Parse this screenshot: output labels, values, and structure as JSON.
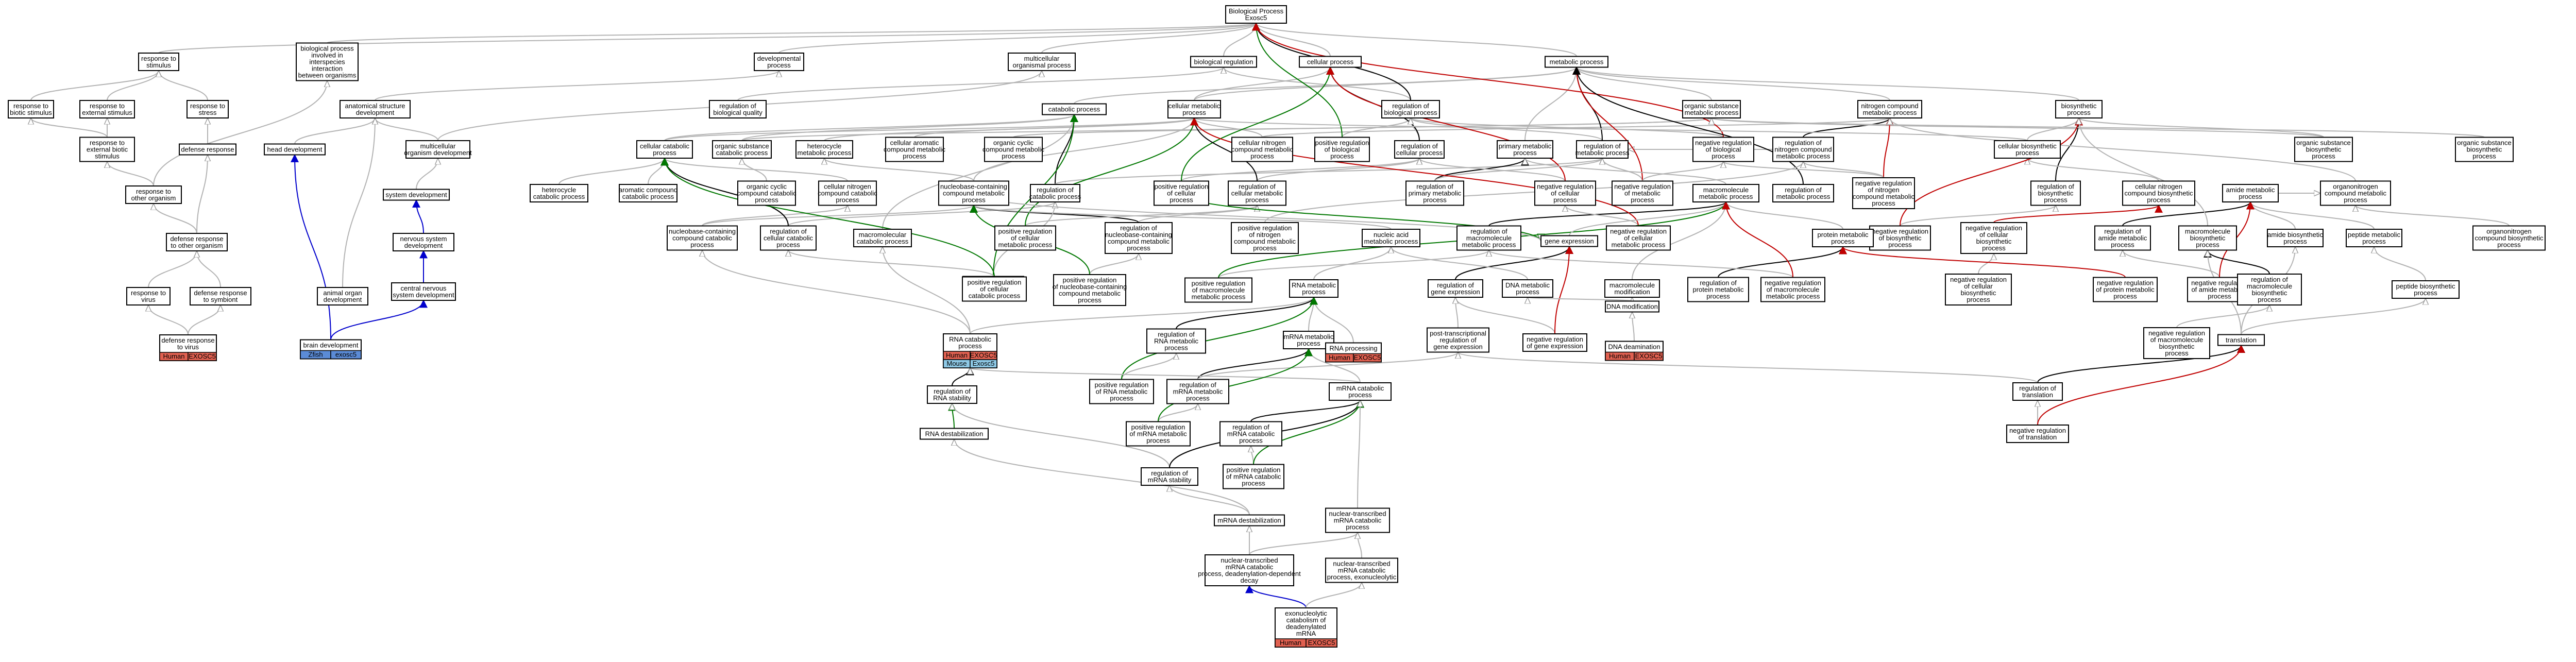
{
  "colors": {
    "is_a": "#b3b3b3",
    "regulates": "#000000",
    "negatively_regulates": "#c00000",
    "positively_regulates": "#007700",
    "part_of": "#0000cc",
    "node_border": "#000000",
    "node_fill": "#ffffff",
    "human_badge": "#e06050",
    "mouse_badge": "#5b8bd6",
    "exosc5_human_badge": "#e06050",
    "exosc5_mouse_badge": "#8ec9e6"
  },
  "nodes": {
    "bp": [
      "Biological Process",
      "Exosc5"
    ],
    "rts": [
      "response to",
      "stimulus"
    ],
    "bpii": [
      "biological process",
      "involved in",
      "interspecies",
      "interaction",
      "between organisms"
    ],
    "dev": [
      "developmental",
      "process"
    ],
    "mop": [
      "multicellular",
      "organismal process"
    ],
    "breg": [
      "biological regulation"
    ],
    "cp": [
      "cellular process"
    ],
    "mp": [
      "metabolic process"
    ],
    "rbs": [
      "response to",
      "biotic stimulus"
    ],
    "res": [
      "response to",
      "external stimulus"
    ],
    "rstress": [
      "response to",
      "stress"
    ],
    "asd": [
      "anatomical structure",
      "development"
    ],
    "rbq": [
      "regulation of",
      "biological quality"
    ],
    "catp": [
      "catabolic process"
    ],
    "cmp": [
      "cellular metabolic",
      "process"
    ],
    "robp": [
      "regulation of",
      "biological process"
    ],
    "osmp": [
      "organic substance",
      "metabolic process"
    ],
    "ncmp": [
      "nitrogen compound",
      "metabolic process"
    ],
    "biosyn": [
      "biosynthetic",
      "process"
    ],
    "reso": [
      "response to",
      "external biotic",
      "stimulus"
    ],
    "defr": [
      "defense response"
    ],
    "hdev": [
      "head development"
    ],
    "mod": [
      "multicellular",
      "organism development"
    ],
    "ccp": [
      "cellular catabolic",
      "process"
    ],
    "oscp": [
      "organic substance",
      "catabolic process"
    ],
    "hmp": [
      "heterocycle",
      "metabolic process"
    ],
    "camp": [
      "cellular aromatic",
      "compound metabolic",
      "process"
    ],
    "occmp": [
      "organic cyclic",
      "compound metabolic",
      "process"
    ],
    "cncmp": [
      "cellular nitrogen",
      "compound metabolic",
      "process"
    ],
    "porbp": [
      "positive regulation",
      "of biological",
      "process"
    ],
    "rocp": [
      "regulation of",
      "cellular process"
    ],
    "pmp": [
      "primary metabolic",
      "process"
    ],
    "rmp": [
      "regulation of",
      "metabolic process"
    ],
    "nrbp": [
      "negative regulation",
      "of biological",
      "process"
    ],
    "rncmp": [
      "regulation of",
      "nitrogen compound",
      "metabolic process"
    ],
    "ncbp": [
      "cellular biosynthetic",
      "process"
    ],
    "osbp": [
      "organic substance",
      "biosynthetic",
      "process"
    ],
    "rtoo": [
      "response to",
      "other organism"
    ],
    "sysdev": [
      "system development"
    ],
    "hcp": [
      "heterocycle",
      "catabolic process"
    ],
    "accp": [
      "aromatic compound",
      "catabolic process"
    ],
    "occcp": [
      "organic cyclic",
      "compound catabolic",
      "process"
    ],
    "cnccp": [
      "cellular nitrogen",
      "compound catabolic",
      "process"
    ],
    "ncnmp": [
      "nucleobase-containing",
      "compound metabolic",
      "process"
    ],
    "rcatp": [
      "regulation of",
      "catabolic process"
    ],
    "porcp": [
      "positive regulation",
      "of cellular",
      "process"
    ],
    "rcmp": [
      "regulation of",
      "cellular metabolic",
      "process"
    ],
    "rpmp": [
      "regulation of",
      "primary metabolic",
      "process"
    ],
    "nrcp": [
      "negative regulation",
      "of cellular",
      "process"
    ],
    "nrmp": [
      "negative regulation",
      "of metabolic",
      "process"
    ],
    "mmp": [
      "macromolecule",
      "metabolic process"
    ],
    "rmetp": [
      "regulation of",
      "metabolic process"
    ],
    "nrncmp": [
      "negative regulation",
      "of nitrogen",
      "compound metabolic",
      "process"
    ],
    "rbiosyn": [
      "regulation of",
      "biosynthetic",
      "process"
    ],
    "ccmp2": [
      "cellular nitrogen",
      "compound biosynthetic",
      "process"
    ],
    "amp": [
      "amide metabolic",
      "process"
    ],
    "onbp": [
      "organonitrogen",
      "compound metabolic",
      "process"
    ],
    "osbp2": [
      "organic substance",
      "biosynthetic",
      "process"
    ],
    "defro": [
      "defense response",
      "to other organism"
    ],
    "nsd": [
      "nervous system",
      "development"
    ],
    "ncncp": [
      "nucleobase-containing",
      "compound catabolic",
      "process"
    ],
    "rccp": [
      "regulation of",
      "cellular catabolic",
      "process"
    ],
    "mcp": [
      "macromolecular",
      "catabolic process"
    ],
    "rncnmp": [
      "regulation of",
      "nucleobase-containing",
      "compound metabolic",
      "process"
    ],
    "porcmp": [
      "positive regulation",
      "of cellular",
      "metabolic process"
    ],
    "porncmp": [
      "positive regulation",
      "of nitrogen",
      "compound metabolic",
      "process"
    ],
    "nametp": [
      "nucleic acid",
      "metabolic process"
    ],
    "rmmp": [
      "regulation of",
      "macromolecule",
      "metabolic process"
    ],
    "nrcmp": [
      "negative regulation",
      "of cellular",
      "metabolic process"
    ],
    "nrbp2": [
      "negative regulation",
      "of biosynthetic",
      "process"
    ],
    "nrcbp": [
      "negative regulation",
      "of cellular",
      "biosynthetic",
      "process"
    ],
    "ramp": [
      "regulation of",
      "amide metabolic",
      "process"
    ],
    "mbp": [
      "macromolecule",
      "biosynthetic",
      "process"
    ],
    "amidebp": [
      "amide biosynthetic",
      "process"
    ],
    "peptmp": [
      "peptide metabolic",
      "process"
    ],
    "onbp2": [
      "organonitrogen",
      "compound biosynthetic",
      "process"
    ],
    "rtv": [
      "response to",
      "virus"
    ],
    "drs": [
      "defense response",
      "to symbiont"
    ],
    "cnsd": [
      "central nervous",
      "system development"
    ],
    "aod": [
      "animal organ",
      "development"
    ],
    "porcatp": [
      "positive regulation",
      "of catabolic",
      "process"
    ],
    "porccp": [
      "positive regulation",
      "of cellular",
      "catabolic process"
    ],
    "porncnmp": [
      "positive regulation",
      "of nucleobase-containing",
      "compound metabolic",
      "process"
    ],
    "pormmp": [
      "positive regulation",
      "of macromolecule",
      "metabolic process"
    ],
    "rnamp": [
      "RNA metabolic",
      "process"
    ],
    "gexp": [
      "gene expression"
    ],
    "rge": [
      "regulation of",
      "gene expression"
    ],
    "dnamp": [
      "DNA metabolic",
      "process"
    ],
    "mmod": [
      "macromolecule",
      "modification"
    ],
    "protmp": [
      "protein metabolic",
      "process"
    ],
    "rprmp": [
      "regulation of",
      "protein metabolic",
      "process"
    ],
    "nrpmp": [
      "negative regulation",
      "of macromolecule",
      "metabolic process"
    ],
    "nrcbp2": [
      "negative regulation",
      "of cellular",
      "biosynthetic",
      "process"
    ],
    "nrbpr": [
      "negative regulation",
      "of protein metabolic",
      "process"
    ],
    "nramp": [
      "negative regulation",
      "of amide metabolic",
      "process"
    ],
    "rmbp": [
      "regulation of",
      "macromolecule",
      "biosynthetic",
      "process"
    ],
    "pepbp": [
      "peptide biosynthetic",
      "process"
    ],
    "defrv": [
      "defense response",
      "to virus"
    ],
    "brain": [
      "brain development"
    ],
    "rnacp": [
      "RNA catabolic",
      "process"
    ],
    "rrnamp": [
      "regulation of",
      "RNA metabolic",
      "process"
    ],
    "mrnamp": [
      "mRNA metabolic",
      "process"
    ],
    "rnaproc": [
      "RNA processing"
    ],
    "ptrge": [
      "post-transcriptional",
      "regulation of",
      "gene expression"
    ],
    "nrge": [
      "negative regulation",
      "of gene expression"
    ],
    "dnad": [
      "DNA deamination"
    ],
    "dnam": [
      "DNA modification"
    ],
    "nrmbp": [
      "negative regulation",
      "of macromolecule",
      "biosynthetic",
      "process"
    ],
    "transl": [
      "translation"
    ],
    "rrnas": [
      "regulation of",
      "RNA stability"
    ],
    "prrnamp": [
      "positive regulation",
      "of RNA metabolic",
      "process"
    ],
    "rmrnamp": [
      "regulation of",
      "mRNA metabolic",
      "process"
    ],
    "mrnacp": [
      "mRNA catabolic",
      "process"
    ],
    "rtransl": [
      "regulation of",
      "translation"
    ],
    "rnadestab": [
      "RNA destabilization"
    ],
    "prmrnamp": [
      "positive regulation",
      "of mRNA metabolic",
      "process"
    ],
    "rmrnacp": [
      "regulation of",
      "mRNA catabolic",
      "process"
    ],
    "nrtransl": [
      "negative regulation",
      "of translation"
    ],
    "rmrnas": [
      "regulation of",
      "mRNA stability"
    ],
    "prmrnacp": [
      "positive regulation",
      "of mRNA catabolic",
      "process"
    ],
    "mrnadestab": [
      "mRNA destabilization"
    ],
    "ntmcp": [
      "nuclear-transcribed",
      "mRNA catabolic",
      "process"
    ],
    "ntdd": [
      "nuclear-transcribed",
      "mRNA catabolic",
      "process, deadenylation-dependent",
      "decay"
    ],
    "ntexo": [
      "nuclear-transcribed",
      "mRNA catabolic",
      "process, exonucleolytic"
    ],
    "exodd": [
      "exonucleolytic",
      "catabolism of",
      "deadenylated",
      "mRNA"
    ]
  },
  "annotations": {
    "defrv": [
      [
        "Human",
        "EXOSC5"
      ]
    ],
    "brain": [
      [
        "Zfish",
        "exosc5"
      ]
    ],
    "rnacp": [
      [
        "Human",
        "EXOSC5"
      ],
      [
        "Mouse",
        "Exosc5"
      ]
    ],
    "rnaproc": [
      [
        "Human",
        "EXOSC5"
      ]
    ],
    "dnad": [
      [
        "Human",
        "EXOSC5"
      ]
    ],
    "exodd": [
      [
        "Human",
        "EXOSC5"
      ]
    ]
  }
}
